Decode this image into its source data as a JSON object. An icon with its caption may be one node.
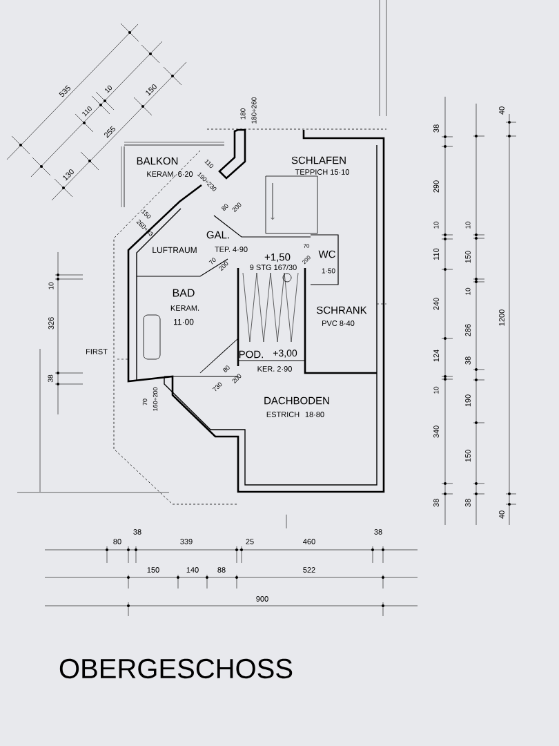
{
  "diagram": {
    "title": "OBERGESCHOSS",
    "labels": [
      "535",
      "110",
      "10",
      "150",
      "255",
      "130",
      "180",
      "180÷260",
      "BALKON",
      "KERAM. 6·20",
      "SCHLAFEN",
      "TEPPICH 15·10",
      "110",
      "190÷230",
      "80",
      "200",
      "150",
      "260÷33",
      "GAL.",
      "LUFTRAUM",
      "TEP. 4·90",
      "+1,50",
      "70",
      "200",
      "WC",
      "1·50",
      "9 STG 167/30",
      "70",
      "200",
      "BAD",
      "KERAM.",
      "11·00",
      "SCHRANK",
      "PVC 8·40",
      "FIRST",
      "POD.",
      "+3,00",
      "80",
      "KER. 2·90",
      "200",
      "730",
      "70",
      "160÷200",
      "DACHBODEN",
      "ESTRICH",
      "18·80",
      "10",
      "326",
      "38",
      "38",
      "290",
      "10",
      "110",
      "240",
      "124",
      "10",
      "340",
      "38",
      "10",
      "150",
      "10",
      "286",
      "38",
      "190",
      "150",
      "38",
      "40",
      "1200",
      "40",
      "80",
      "38",
      "339",
      "25",
      "460",
      "38",
      "150",
      "140",
      "88",
      "522",
      "900"
    ]
  }
}
